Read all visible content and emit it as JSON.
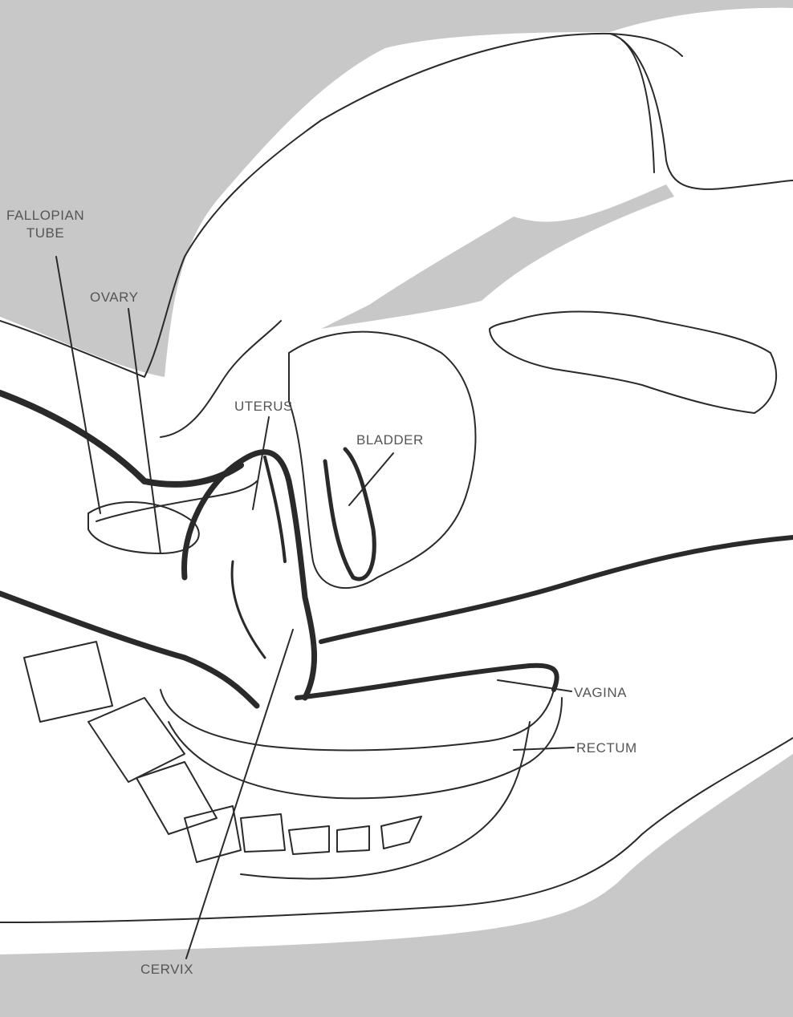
{
  "labels": {
    "fallopian_tube": "FALLOPIAN\nTUBE",
    "ovary": "OVARY",
    "uterus": "UTERUS",
    "bladder": "BLADDER",
    "vagina": "VAGINA",
    "rectum": "RECTUM",
    "cervix": "CERVIX"
  },
  "colors": {
    "background": "#ffffff",
    "shade": "#c8c8c8",
    "outline": "#2a2a2a"
  }
}
